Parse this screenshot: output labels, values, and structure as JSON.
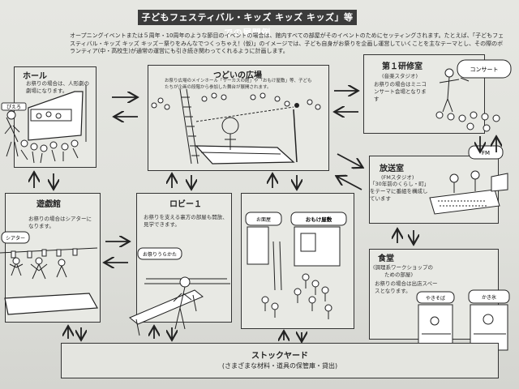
{
  "title": "子どもフェスティバル・キッズ キッズ キッズ」等での展開例",
  "intro": "オープニングイベントまたは５周年・10周年のような節目のイベントの場合は、館内すべての部屋がそのイベントのためにセッティングされます。たとえば、「子どもフェスティバル・キッズ キッズ キッズ－祭りをみんなでつくっちゃえ！(仮)」のイメージでは、子ども自身がお祭りを企画し運営していくことを主なテーマとし、その際のボランティア(中・高校生)が通常の運営にも引き続き関わってくれるように計画します。",
  "rooms": {
    "hall": {
      "title": "ホール",
      "desc": "お祭りの場合は、人形劇の劇場になります。",
      "sign": "ぴえろ"
    },
    "plaza": {
      "title": "つどいの広場",
      "desc": "お祭り広場のメインホール「サーカスの館」や「おもけ屋敷」等、子どもたちが企画の段階から参加した舞台が展開されます。"
    },
    "training": {
      "title": "第１研修室",
      "sub": "(音楽スタジオ)",
      "desc": "お祭りの場合はミニコンサート会場となります",
      "sign": "コンサート"
    },
    "broadcast": {
      "title": "放送室",
      "sub": "(FMスタジオ)",
      "desc": "「30年前のくらし・町」をテーマに番組を構成しています",
      "sign": "FM"
    },
    "theater": {
      "title": "遊戯館",
      "desc": "お祭りの場合はシアターになります。",
      "sign": "シアター"
    },
    "lobby": {
      "title": "ロビー１",
      "desc": "お祭りを支える裏方の部屋も開放、見学できます。",
      "sign": "お祭りうらかた"
    },
    "booths": {
      "sign1": "お面屋",
      "sign2": "おもけ屋敷"
    },
    "dining": {
      "title": "食堂",
      "sub1": "(調理系ワークショップの",
      "sub2": "ための部屋)",
      "desc": "お祭りの場合は出店スペースとなります。",
      "sign1": "やきそば",
      "sign2": "かき氷"
    }
  },
  "stock": {
    "title": "ストックヤード",
    "sub": "(さまざまな材料・道具の保管庫・貸出)"
  }
}
